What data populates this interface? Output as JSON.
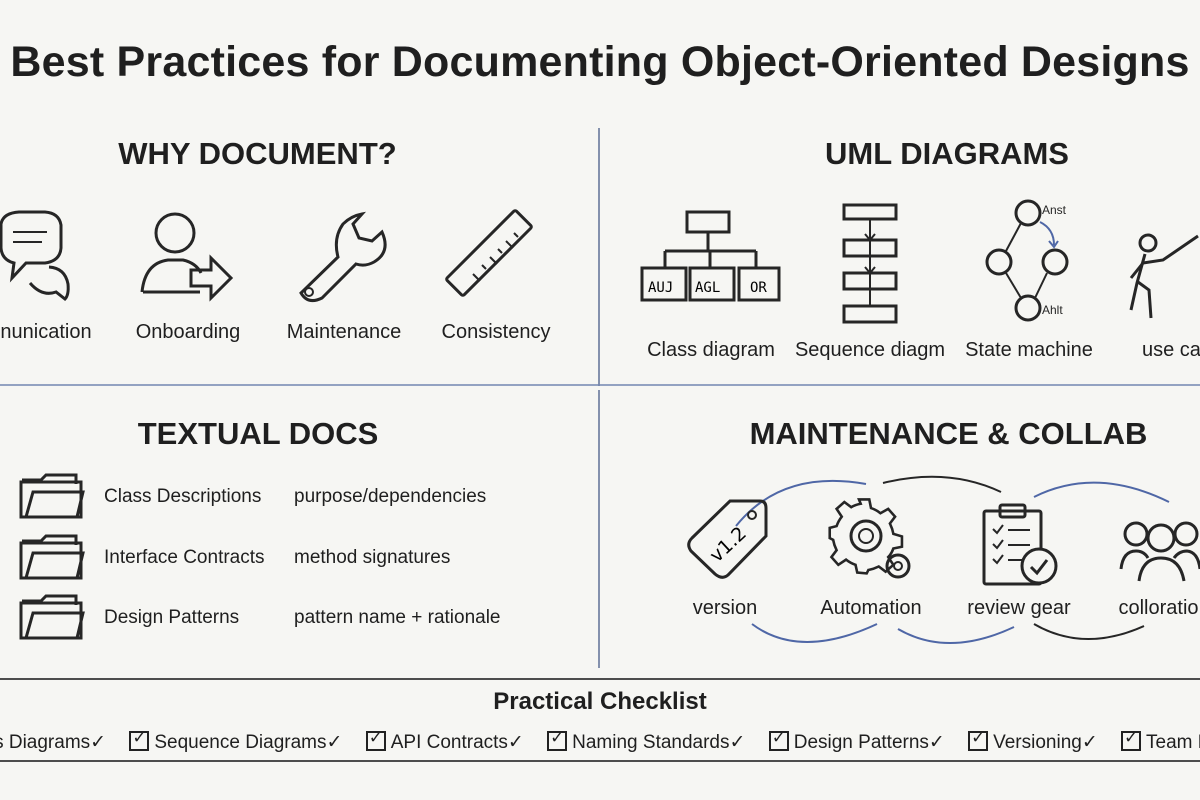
{
  "title": "Best Practices for Documenting Object-Oriented Designs",
  "sections": {
    "why": {
      "title": "WHY DOCUMENT?",
      "items": [
        "nunication",
        "Onboarding",
        "Maintenance",
        "Consistency"
      ]
    },
    "uml": {
      "title": "UML DIAGRAMS",
      "items": [
        "Class diagram",
        "Sequence diagm",
        "State machine",
        "use ca"
      ],
      "class_boxes": [
        "AUJ",
        "AGL",
        "OR"
      ],
      "state_labels": [
        "Anst",
        "Ahlt"
      ]
    },
    "textual": {
      "title": "TEXTUAL DOCS",
      "rows": [
        {
          "name": "Class Descriptions",
          "detail": "purpose/dependencies"
        },
        {
          "name": "Interface Contracts",
          "detail": "method signatures"
        },
        {
          "name": "Design Patterns",
          "detail": "pattern name + rationale"
        }
      ]
    },
    "maintenance": {
      "title": "MAINTENANCE & COLLAB",
      "items": [
        "version",
        "Automation",
        "review gear",
        "colloratio"
      ],
      "version_tag": "v1.2"
    }
  },
  "checklist": {
    "title": "Practical Checklist",
    "items": [
      "ass Diagrams✓",
      "Sequence Diagrams✓",
      "API Contracts✓",
      "Naming Standards✓",
      "Design Patterns✓",
      "Versioning✓",
      "Team Re"
    ]
  },
  "colors": {
    "accent": "#4f67a6",
    "ink": "#242424",
    "background": "#f6f6f3"
  }
}
